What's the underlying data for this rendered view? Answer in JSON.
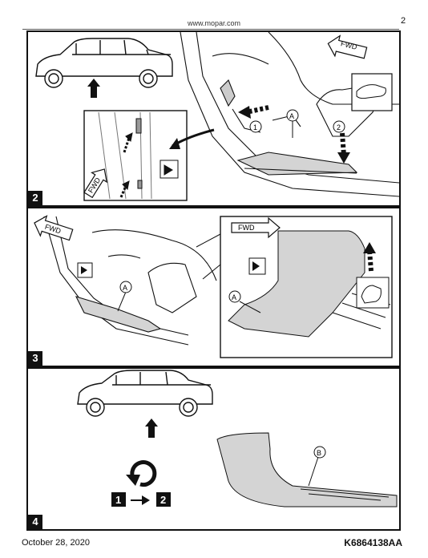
{
  "header": {
    "url": "www.mopar.com",
    "page_number": "2"
  },
  "steps": [
    {
      "number": "2"
    },
    {
      "number": "3"
    },
    {
      "number": "4"
    }
  ],
  "labels": {
    "fwd": "FWD",
    "callout_a": "A",
    "callout_b": "B",
    "callout_1": "1",
    "callout_2": "2",
    "sequence_from": "1",
    "sequence_to": "2"
  },
  "footer": {
    "date": "October 28, 2020",
    "part_number": "K6864138AA"
  },
  "colors": {
    "ink": "#111111",
    "panel_fill": "#d4d4d4",
    "background": "#ffffff"
  }
}
